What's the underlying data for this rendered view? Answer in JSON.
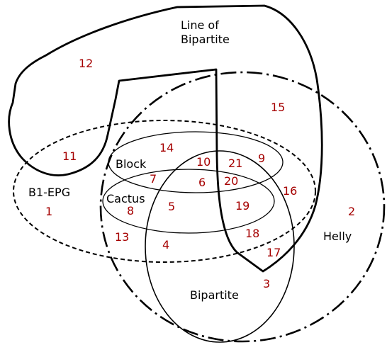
{
  "colors": {
    "outline": "#000000",
    "region_number": "#a50000",
    "background": "#ffffff"
  },
  "sets": {
    "line_of_bipartite_line1": "Line of",
    "line_of_bipartite_line2": "Bipartite",
    "block": "Block",
    "cactus": "Cactus",
    "b1_epg": "B1-EPG",
    "helly": "Helly",
    "bipartite": "Bipartite"
  },
  "regions": [
    "1",
    "2",
    "3",
    "4",
    "5",
    "6",
    "7",
    "8",
    "9",
    "10",
    "11",
    "12",
    "13",
    "14",
    "15",
    "16",
    "17",
    "18",
    "19",
    "20",
    "21"
  ]
}
